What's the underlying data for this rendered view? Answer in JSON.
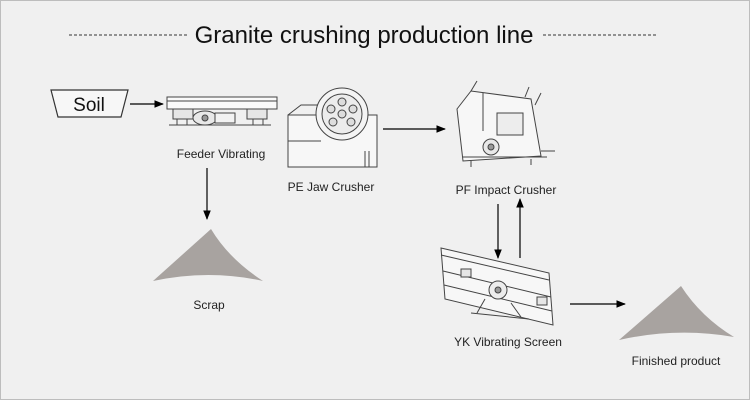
{
  "title": "Granite crushing production line",
  "nodes": {
    "soil": "Soil",
    "feeder": "Feeder Vibrating",
    "jaw": "PE Jaw Crusher",
    "impact": "PF Impact Crusher",
    "screen": "YK Vibrating Screen",
    "scrap": "Scrap",
    "finished": "Finished product"
  },
  "colors": {
    "background": "#f0f0f0",
    "line": "#444444",
    "pile": "#a8a3a0",
    "arrow": "#000000"
  }
}
